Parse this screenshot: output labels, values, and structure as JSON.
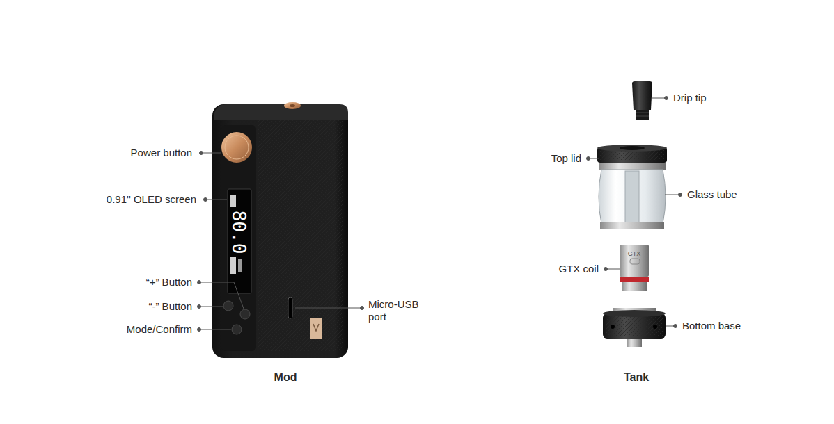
{
  "diagram": {
    "labels": [
      "Power button",
      "0.91'' OLED screen",
      "“+” Button",
      "“-” Button",
      "Mode/Confirm",
      "Micro-USB port",
      "Mod",
      "80.0",
      "Drip tip",
      "Top lid",
      "Glass tube",
      "GTX coil",
      "GTX",
      "Bottom base",
      "Tank"
    ]
  }
}
